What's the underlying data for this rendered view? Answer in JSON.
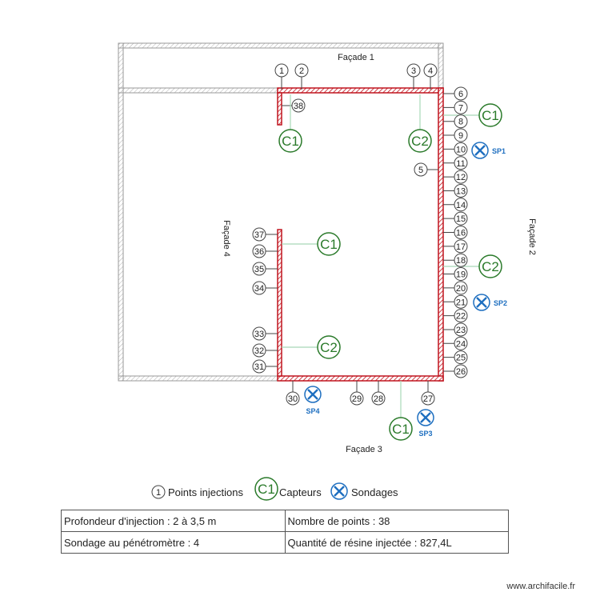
{
  "facades": {
    "f1": "Façade 1",
    "f2": "Façade 2",
    "f3": "Façade 3",
    "f4": "Façade 4"
  },
  "points": [
    {
      "n": "1"
    },
    {
      "n": "2"
    },
    {
      "n": "3"
    },
    {
      "n": "4"
    },
    {
      "n": "5"
    },
    {
      "n": "6"
    },
    {
      "n": "7"
    },
    {
      "n": "8"
    },
    {
      "n": "9"
    },
    {
      "n": "10"
    },
    {
      "n": "11"
    },
    {
      "n": "12"
    },
    {
      "n": "13"
    },
    {
      "n": "14"
    },
    {
      "n": "15"
    },
    {
      "n": "16"
    },
    {
      "n": "17"
    },
    {
      "n": "18"
    },
    {
      "n": "19"
    },
    {
      "n": "20"
    },
    {
      "n": "21"
    },
    {
      "n": "22"
    },
    {
      "n": "23"
    },
    {
      "n": "24"
    },
    {
      "n": "25"
    },
    {
      "n": "26"
    },
    {
      "n": "27"
    },
    {
      "n": "28"
    },
    {
      "n": "29"
    },
    {
      "n": "30"
    },
    {
      "n": "31"
    },
    {
      "n": "32"
    },
    {
      "n": "33"
    },
    {
      "n": "34"
    },
    {
      "n": "35"
    },
    {
      "n": "36"
    },
    {
      "n": "37"
    },
    {
      "n": "38"
    }
  ],
  "sensors": [
    {
      "label": "C1"
    },
    {
      "label": "C2"
    },
    {
      "label": "C1"
    },
    {
      "label": "C2"
    },
    {
      "label": "C1"
    },
    {
      "label": "C2"
    },
    {
      "label": "C1"
    }
  ],
  "soundings": [
    {
      "label": "SP1"
    },
    {
      "label": "SP2"
    },
    {
      "label": "SP3"
    },
    {
      "label": "SP4"
    }
  ],
  "legend": {
    "point_sample": "1",
    "point_text": "Points injections",
    "sensor_sample": "C1",
    "sensor_text": "Capteurs",
    "sounding_text": "Sondages"
  },
  "info": {
    "depth": "Profondeur d'injection : 2 à 3,5 m",
    "count": "Nombre de points : 38",
    "penetrometer": "Sondage au pénétromètre : 4",
    "resin": "Quantité de résine injectée : 827,4L"
  },
  "colors": {
    "resin_wall": "#c0141e",
    "sensor": "#2a7a2a",
    "sounding": "#1e6fc0",
    "wall": "#999999",
    "leader_sensor": "#a8d8b8"
  },
  "footer": "www.archifacile.fr"
}
